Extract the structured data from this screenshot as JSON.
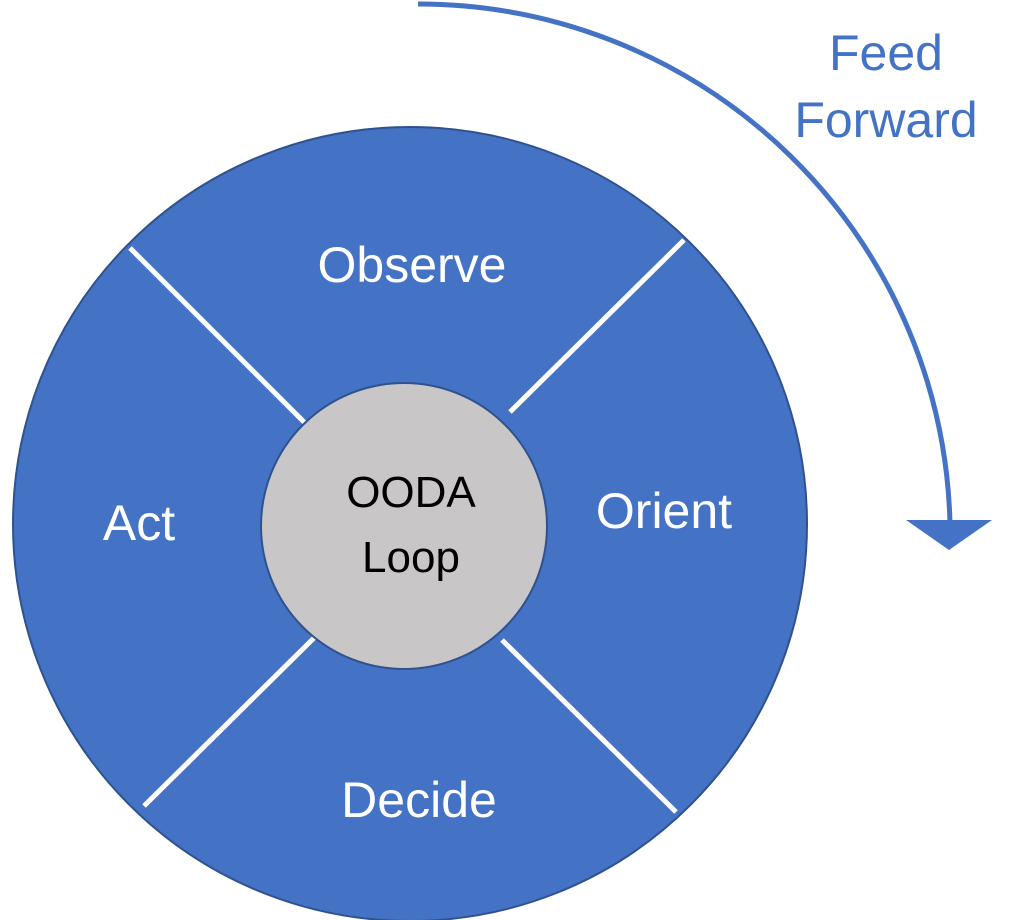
{
  "diagram": {
    "segments": {
      "top": "Observe",
      "right": "Orient",
      "bottom": "Decide",
      "left": "Act"
    },
    "center": {
      "line1": "OODA",
      "line2": "Loop"
    },
    "feed_forward": {
      "line1": "Feed",
      "line2": "Forward"
    }
  },
  "colors": {
    "segment_fill": "#4472C4",
    "segment_stroke": "#2F528F",
    "divider": "#ffffff",
    "center_fill": "#C8C6C7",
    "center_stroke": "#2F528F",
    "arrow": "#4472C4",
    "feed_forward_text": "#4472C4"
  },
  "icons": {
    "arrow": "curved-arrow-down-icon"
  }
}
